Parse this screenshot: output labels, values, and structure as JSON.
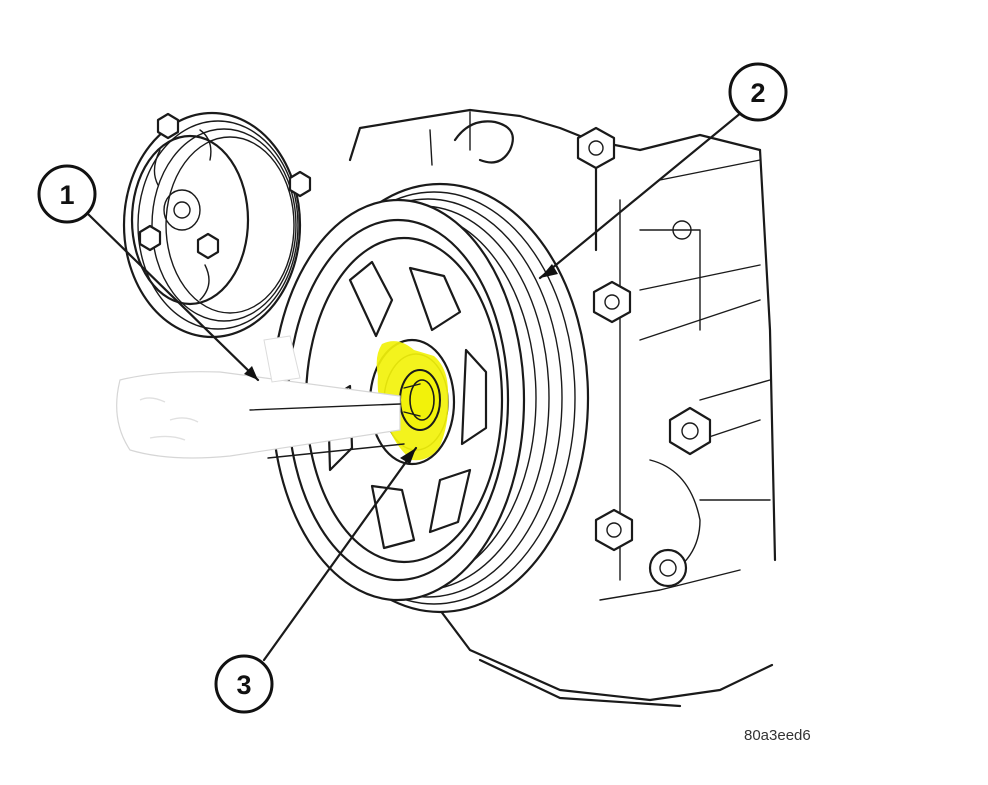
{
  "diagram": {
    "subject": "crankshaft-damper-pulley",
    "callouts": [
      {
        "id": "1",
        "label": "1"
      },
      {
        "id": "2",
        "label": "2"
      },
      {
        "id": "3",
        "label": "3"
      }
    ],
    "figure_code": "80a3eed6",
    "colors": {
      "line": "#1a1a1a",
      "highlight": "#f2f20a",
      "background": "#ffffff"
    }
  }
}
